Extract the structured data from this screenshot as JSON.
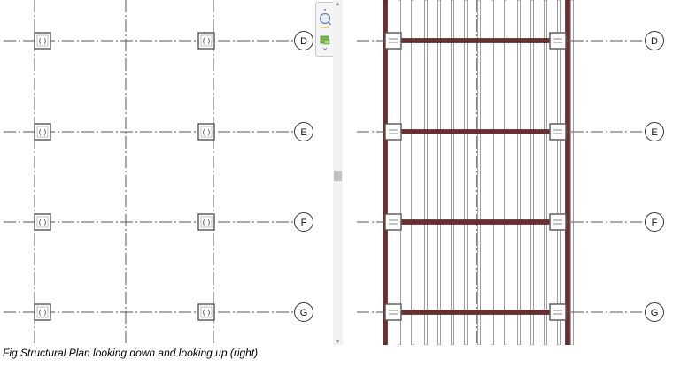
{
  "caption": "Fig Structural Plan looking down and looking up (right)",
  "left_plan": {
    "view": "looking down",
    "grid_rows": [
      "D",
      "E",
      "F",
      "G"
    ],
    "column_symbol": "( )"
  },
  "right_plan": {
    "view": "looking up",
    "grid_rows": [
      "D",
      "E",
      "F",
      "G"
    ]
  },
  "navigation_bar": {
    "tools": [
      "zoom-icon",
      "view-cube-icon"
    ]
  },
  "colors": {
    "grid_line": "#555555",
    "beam": "#6b2e2e",
    "column": "#555555",
    "joist": "#777777"
  }
}
